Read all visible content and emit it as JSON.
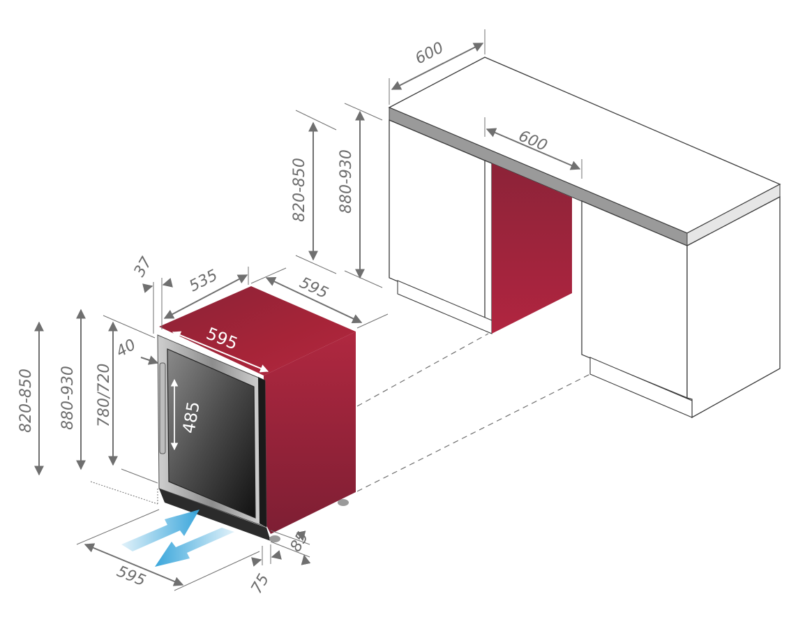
{
  "colors": {
    "cabinet_red": "#a82438",
    "cabinet_red_dark": "#7d1e33",
    "counter_grey": "#9a9a9a",
    "dimension_grey": "#6d6d6d",
    "airflow_blue": "#3aa6db"
  },
  "labels": {
    "counter_width": "600",
    "niche_width": "600",
    "niche_height_min": "820-850",
    "niche_height_max": "880-930",
    "appliance_depth_door": "37",
    "appliance_depth_body": "535",
    "appliance_width_side": "595",
    "appliance_width_top": "595",
    "handle_offset": "40",
    "glass_height": "485",
    "height_left_1": "820-850",
    "height_left_2": "880-930",
    "height_left_3": "780/720",
    "bottom_width": "595",
    "plinth_75": "75",
    "plinth_85": "85"
  }
}
